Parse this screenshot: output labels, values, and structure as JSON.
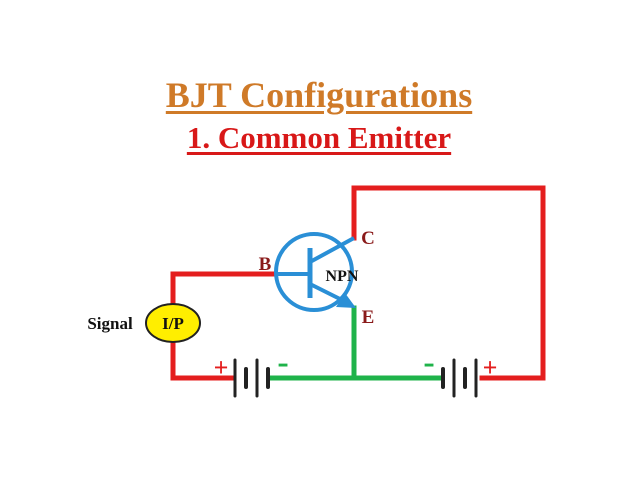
{
  "title": "BJT Configurations",
  "subtitle": "1. Common Emitter",
  "labels": {
    "collector": "C",
    "base": "B",
    "emitter": "E",
    "transistor_type": "NPN",
    "signal": "Signal",
    "input": "I/P",
    "plus_left": "+",
    "minus_left": "-",
    "minus_right": "-",
    "plus_right": "+"
  },
  "colors": {
    "title": "#cf7a28",
    "subtitle": "#d81818",
    "red_wire": "#e41e1e",
    "green_wire": "#1fb34a",
    "transistor": "#2a8fd6",
    "input_fill": "#ffee00",
    "terminal_label": "#8a1a1a"
  }
}
